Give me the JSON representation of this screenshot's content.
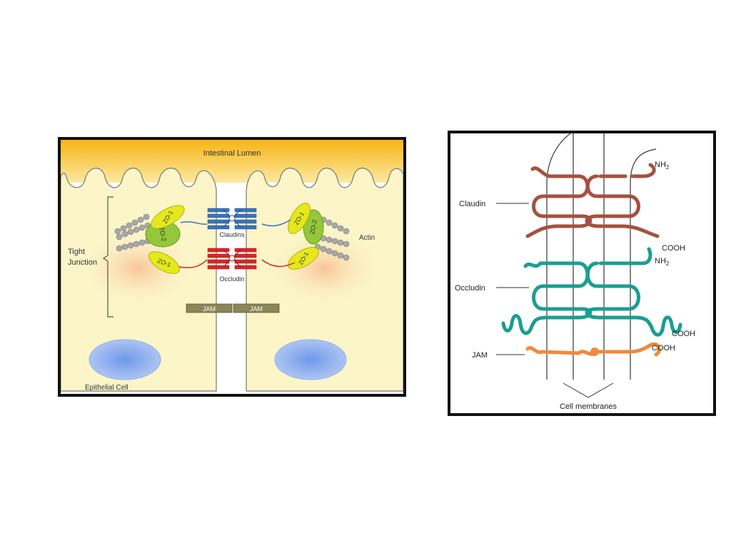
{
  "left_diagram": {
    "lumen_label": "Intestinal Lumen",
    "tight_junction_label_line1": "Tight",
    "tight_junction_label_line2": "Junction",
    "claudins_label": "Claudins",
    "occludin_label": "Occludin",
    "actin_label": "Actin",
    "zo1_label": "ZO-1",
    "zo2_label": "ZO-2",
    "jam_label": "JAM",
    "epithelial_cell_label": "Epithelial Cell",
    "colors": {
      "lumen": "#f7b515",
      "cell": "#fbf5c8",
      "claudin": "#3b73b8",
      "occludin": "#d8262c",
      "zo": "#e6e81e",
      "zo2": "#94c73a",
      "actin": "#a7a7a7",
      "jam": "#8a8658",
      "nucleus": "#8fb1ef"
    }
  },
  "right_diagram": {
    "claudin_label": "Claudin",
    "occludin_label": "Occludin",
    "jam_label": "JAM",
    "nh2_label": "NH",
    "nh2_sub": "2",
    "cooh_label": "COOH",
    "cell_membranes_label": "Cell membranes",
    "colors": {
      "claudin": "#a5513f",
      "occludin": "#1a9e92",
      "jam": "#ee8a3c"
    }
  }
}
